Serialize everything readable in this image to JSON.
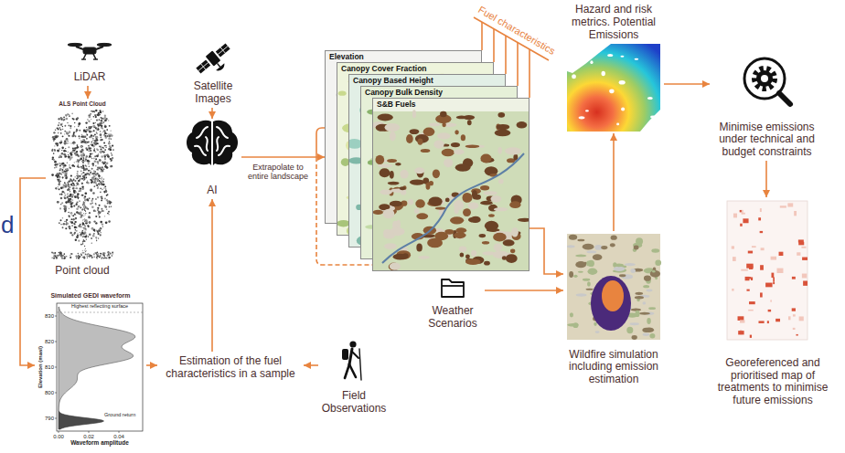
{
  "diagram": {
    "nodes": [
      {
        "text": [
          "LiDAR"
        ]
      },
      {
        "text": [
          "ALS Point Cloud",
          "Point cloud"
        ]
      },
      {
        "text": [
          "Simulated GEDI waveform"
        ]
      },
      {
        "text": [
          "Satellite Images"
        ]
      },
      {
        "text": [
          "AI"
        ]
      },
      {
        "text": [
          "Elevation"
        ]
      },
      {
        "text": [
          "Canopy Cover Fraction"
        ]
      },
      {
        "text": [
          "Canopy Based Height"
        ]
      },
      {
        "text": [
          "Canopy Bulk Density"
        ]
      },
      {
        "text": [
          "S&B Fuels"
        ]
      },
      {
        "text": [
          "Weather Scenarios"
        ]
      },
      {
        "text": [
          "Hazard and risk metrics. Potential Emissions"
        ]
      },
      {
        "text": [
          "Wildfire simulation including emission estimation"
        ]
      },
      {
        "text": [
          "Minimise emissions under technical and budget constraints"
        ]
      },
      {
        "text": [
          "Georeferenced and prioritised map of treatments to minimise future emissions"
        ]
      },
      {
        "text": [
          "Estimation of the fuel characteristics in a sample"
        ]
      },
      {
        "text": [
          "Field Observations"
        ]
      }
    ],
    "edges": [
      {
        "from": 0,
        "to": 1,
        "arrow": "to"
      },
      {
        "from": 1,
        "to": 2,
        "arrow": "to"
      },
      {
        "from": 2,
        "to": 15,
        "arrow": "to"
      },
      {
        "from": 16,
        "to": 15,
        "arrow": "to"
      },
      {
        "from": 15,
        "to": 4,
        "arrow": "to"
      },
      {
        "from": 3,
        "to": 4,
        "arrow": "to"
      },
      {
        "from": 4,
        "to": 5,
        "label": "Extrapolate to entire landscape",
        "arrow": "to"
      },
      {
        "from": 9,
        "to": 12,
        "arrow": "to"
      },
      {
        "from": 10,
        "to": 12,
        "arrow": "to"
      },
      {
        "from": 12,
        "to": 11,
        "arrow": "to"
      },
      {
        "from": 11,
        "to": 13,
        "arrow": "to"
      },
      {
        "from": 13,
        "to": 14,
        "arrow": "to"
      }
    ],
    "labels": [
      "d",
      "Fuel characteristics",
      "Highest reflecting surface",
      "Ground return",
      "Elevation (masl)",
      "Waveform amplitude",
      "830",
      "820",
      "810",
      "800",
      "790",
      "0.00",
      "0.02",
      "0.04"
    ]
  }
}
